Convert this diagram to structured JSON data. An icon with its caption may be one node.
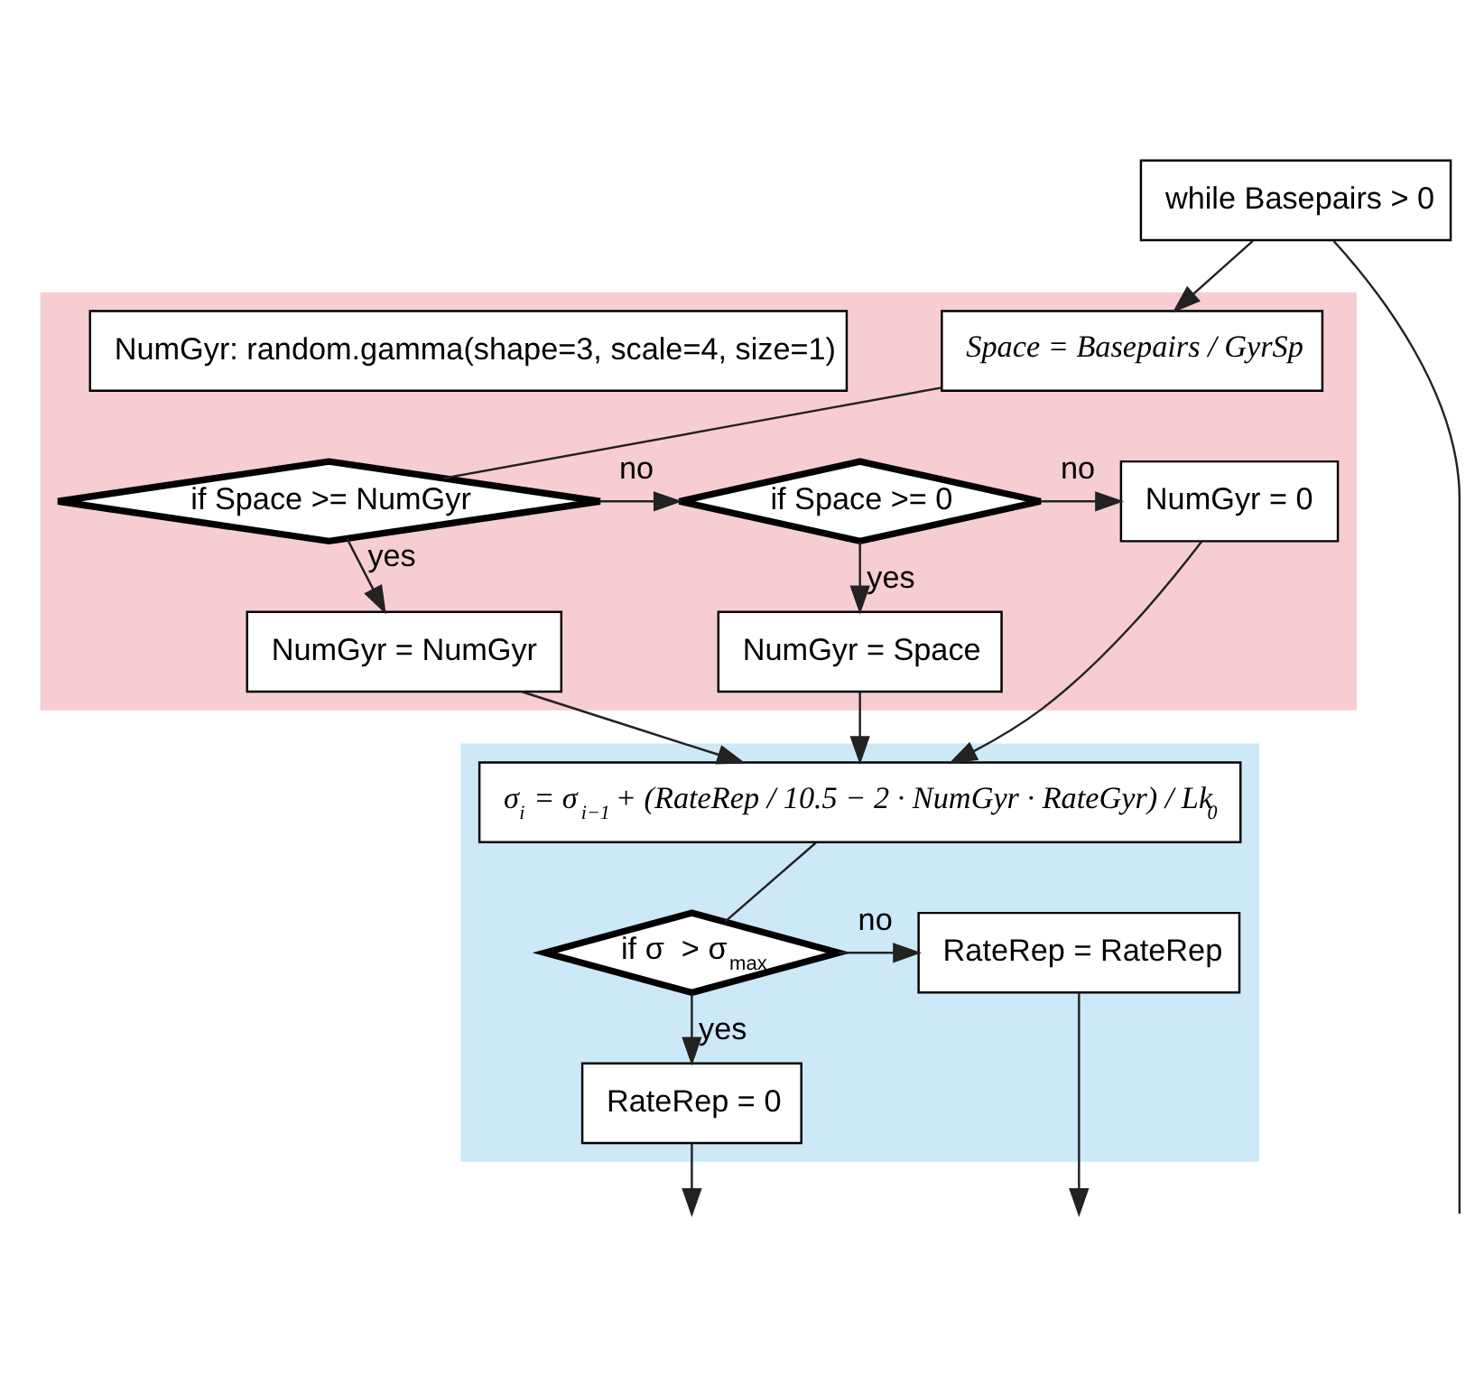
{
  "diagram": {
    "nodes": [
      {
        "text": [
          "while Basepairs > 0"
        ]
      },
      {
        "text": [],
        "shape": "box"
      },
      {
        "text": [
          "Space = Basepairs / GyrSp"
        ],
        "in": 1
      },
      {
        "text": [
          "NumGyr: random.gamma(shape=3, scale=4, size=1)"
        ],
        "in": 1
      },
      {
        "text": [
          "if Space >= NumGyr"
        ],
        "in": 1
      },
      {
        "text": [
          "if Space >= 0"
        ],
        "in": 1
      },
      {
        "text": [
          "NumGyr = 0"
        ],
        "in": 1
      },
      {
        "text": [
          "NumGyr = NumGyr"
        ],
        "in": 1
      },
      {
        "text": [
          "NumGyr = Space"
        ],
        "in": 1
      },
      {
        "text": [],
        "shape": "box"
      },
      {
        "text": [
          "σ$_{i}$ = σ$_{i−1}$ + (RateRep / 10.5 − 2 · NumGyr · RateGyr) / Lk$_{0}$"
        ],
        "in": 9
      },
      {
        "text": [
          "if σ  > σ$_{max}$"
        ],
        "in": 9
      },
      {
        "text": [
          "RateRep = RateRep"
        ],
        "in": 9
      },
      {
        "text": [
          "RateRep = 0"
        ],
        "in": 9
      }
    ],
    "edges": [
      {
        "from": 0,
        "to": 2,
        "arrow": "to"
      },
      {
        "from": 2,
        "to": 4,
        "arrow": "none"
      },
      {
        "from": 4,
        "to": 5,
        "label": "no",
        "arrow": "to"
      },
      {
        "from": 5,
        "to": 6,
        "label": "no",
        "arrow": "to"
      },
      {
        "from": 4,
        "to": 7,
        "label": "yes",
        "arrow": "to"
      },
      {
        "from": 5,
        "to": 8,
        "label": "yes",
        "arrow": "to"
      },
      {
        "from": 7,
        "to": 10,
        "arrow": "to"
      },
      {
        "from": 8,
        "to": 10,
        "arrow": "to"
      },
      {
        "from": 6,
        "to": 10,
        "arrow": "to"
      },
      {
        "from": 10,
        "to": 11,
        "arrow": "none"
      },
      {
        "from": 11,
        "to": 12,
        "label": "no",
        "arrow": "to"
      },
      {
        "from": 11,
        "to": 13,
        "label": "yes",
        "arrow": "to"
      },
      {
        "from": 13,
        "to": null,
        "arrow": "to"
      },
      {
        "from": 12,
        "to": null,
        "arrow": "to"
      },
      {
        "from": 0,
        "to": null,
        "arrow": "none"
      }
    ]
  }
}
